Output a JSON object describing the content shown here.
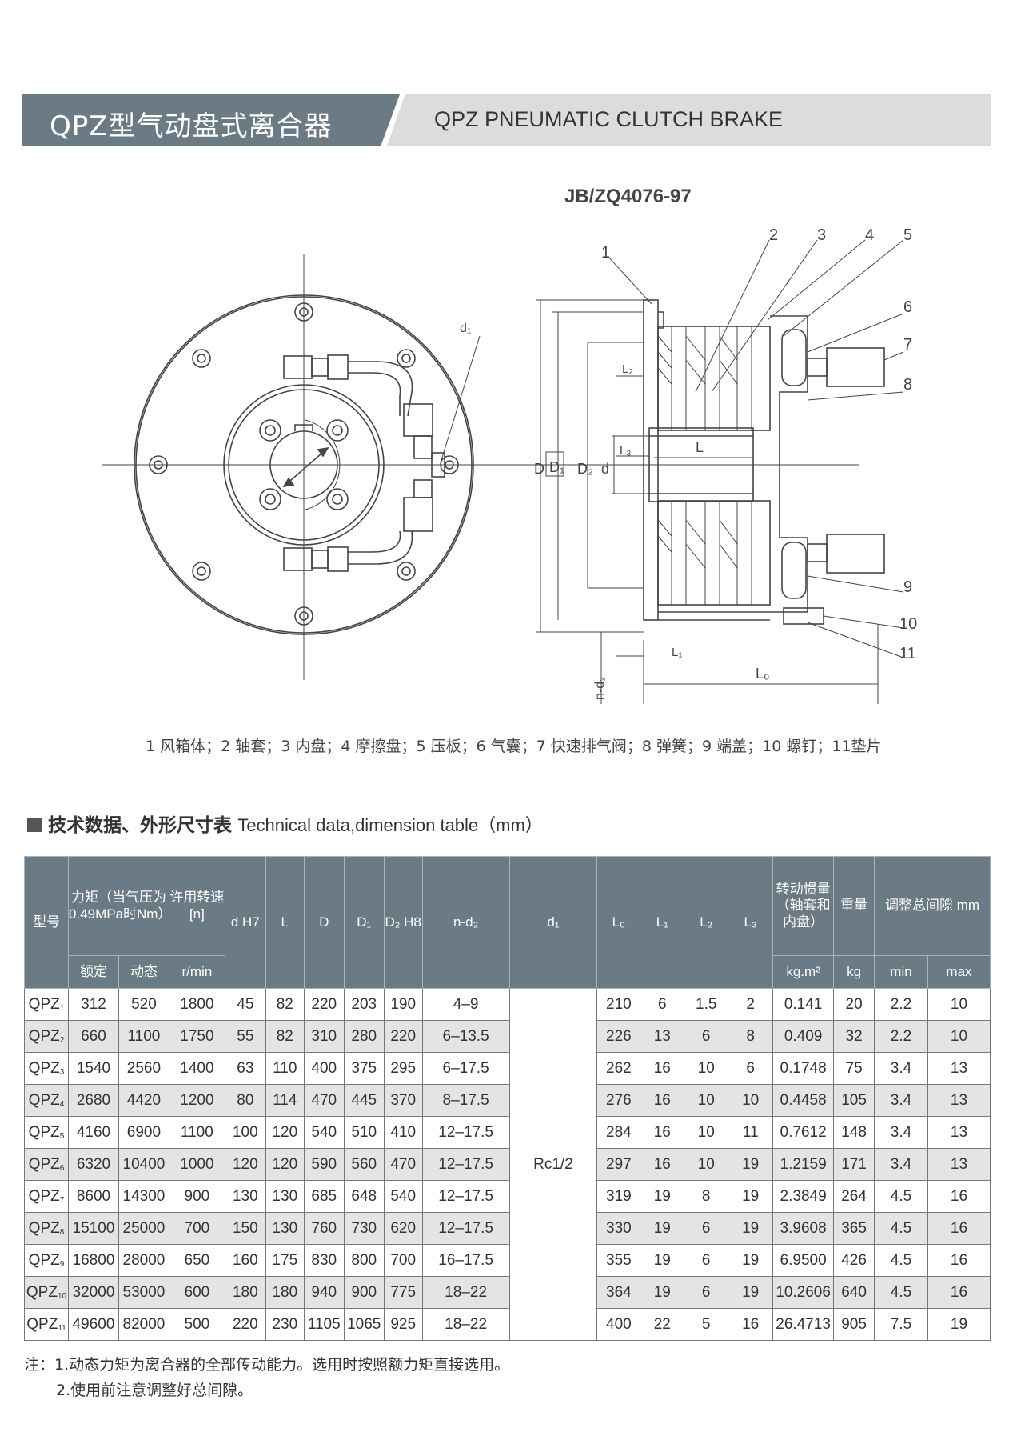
{
  "banner": {
    "title_cn": "QPZ型气动盘式离合器",
    "title_en": "QPZ PNEUMATIC CLUTCH BRAKE"
  },
  "drawing": {
    "standard": "JB/ZQ4076-97",
    "labels": {
      "d1": "d₁",
      "D": "D",
      "D1": "D₁",
      "D2": "D₂",
      "d": "d",
      "L": "L",
      "L0": "L₀",
      "L1": "L₁",
      "L2": "L₂",
      "L3": "L₃",
      "nd2": "n-d₂"
    },
    "callouts": [
      "1",
      "2",
      "3",
      "4",
      "5",
      "6",
      "7",
      "8",
      "9",
      "10",
      "11"
    ]
  },
  "legend": "1 风箱体；2 轴套；3 内盘；4 摩擦盘；5 压板；6 气囊；7 快速排气阀；8 弹簧；9 端盖；10 螺钉；11垫片",
  "section": {
    "title_cn": "技术数据、外形尺寸表",
    "title_en": "Technical data,dimension table（mm）"
  },
  "table": {
    "headers": {
      "model": "型号",
      "torque": "力矩（当气压为0.49MPa时Nm）",
      "speed": "许用转速[n]",
      "d": "d H7",
      "L": "L",
      "D": "D",
      "D1": "D₁",
      "D2": "D₂ H8",
      "nd2": "n-d₂",
      "d1": "d₁",
      "L0": "L₀",
      "L1": "L₁",
      "L2": "L₂",
      "L3": "L₃",
      "inertia": "转动惯量（轴套和内盘）",
      "weight": "重量",
      "gap": "调整总间隙 mm",
      "rated": "额定",
      "dynamic": "动态",
      "speed_unit": "r/min",
      "inertia_unit": "kg.m²",
      "weight_unit": "kg",
      "min": "min",
      "max": "max"
    },
    "d1_value": "Rc1/2",
    "rows": [
      {
        "model": "QPZ",
        "sub": "1",
        "rated": "312",
        "dynamic": "520",
        "speed": "1800",
        "d": "45",
        "L": "82",
        "D": "220",
        "D1": "203",
        "D2": "190",
        "nd2": "4–9",
        "L0": "210",
        "L1": "6",
        "L2": "1.5",
        "L3": "2",
        "inertia": "0.141",
        "weight": "20",
        "min": "2.2",
        "max": "10"
      },
      {
        "model": "QPZ",
        "sub": "2",
        "rated": "660",
        "dynamic": "1100",
        "speed": "1750",
        "d": "55",
        "L": "82",
        "D": "310",
        "D1": "280",
        "D2": "220",
        "nd2": "6–13.5",
        "L0": "226",
        "L1": "13",
        "L2": "6",
        "L3": "8",
        "inertia": "0.409",
        "weight": "32",
        "min": "2.2",
        "max": "10"
      },
      {
        "model": "QPZ",
        "sub": "3",
        "rated": "1540",
        "dynamic": "2560",
        "speed": "1400",
        "d": "63",
        "L": "110",
        "D": "400",
        "D1": "375",
        "D2": "295",
        "nd2": "6–17.5",
        "L0": "262",
        "L1": "16",
        "L2": "10",
        "L3": "6",
        "inertia": "0.1748",
        "weight": "75",
        "min": "3.4",
        "max": "13"
      },
      {
        "model": "QPZ",
        "sub": "4",
        "rated": "2680",
        "dynamic": "4420",
        "speed": "1200",
        "d": "80",
        "L": "114",
        "D": "470",
        "D1": "445",
        "D2": "370",
        "nd2": "8–17.5",
        "L0": "276",
        "L1": "16",
        "L2": "10",
        "L3": "10",
        "inertia": "0.4458",
        "weight": "105",
        "min": "3.4",
        "max": "13"
      },
      {
        "model": "QPZ",
        "sub": "5",
        "rated": "4160",
        "dynamic": "6900",
        "speed": "1100",
        "d": "100",
        "L": "120",
        "D": "540",
        "D1": "510",
        "D2": "410",
        "nd2": "12–17.5",
        "L0": "284",
        "L1": "16",
        "L2": "10",
        "L3": "11",
        "inertia": "0.7612",
        "weight": "148",
        "min": "3.4",
        "max": "13"
      },
      {
        "model": "QPZ",
        "sub": "6",
        "rated": "6320",
        "dynamic": "10400",
        "speed": "1000",
        "d": "120",
        "L": "120",
        "D": "590",
        "D1": "560",
        "D2": "470",
        "nd2": "12–17.5",
        "L0": "297",
        "L1": "16",
        "L2": "10",
        "L3": "19",
        "inertia": "1.2159",
        "weight": "171",
        "min": "3.4",
        "max": "13"
      },
      {
        "model": "QPZ",
        "sub": "7",
        "rated": "8600",
        "dynamic": "14300",
        "speed": "900",
        "d": "130",
        "L": "130",
        "D": "685",
        "D1": "648",
        "D2": "540",
        "nd2": "12–17.5",
        "L0": "319",
        "L1": "19",
        "L2": "8",
        "L3": "19",
        "inertia": "2.3849",
        "weight": "264",
        "min": "4.5",
        "max": "16"
      },
      {
        "model": "QPZ",
        "sub": "8",
        "rated": "15100",
        "dynamic": "25000",
        "speed": "700",
        "d": "150",
        "L": "130",
        "D": "760",
        "D1": "730",
        "D2": "620",
        "nd2": "12–17.5",
        "L0": "330",
        "L1": "19",
        "L2": "6",
        "L3": "19",
        "inertia": "3.9608",
        "weight": "365",
        "min": "4.5",
        "max": "16"
      },
      {
        "model": "QPZ",
        "sub": "9",
        "rated": "16800",
        "dynamic": "28000",
        "speed": "650",
        "d": "160",
        "L": "175",
        "D": "830",
        "D1": "800",
        "D2": "700",
        "nd2": "16–17.5",
        "L0": "355",
        "L1": "19",
        "L2": "6",
        "L3": "19",
        "inertia": "6.9500",
        "weight": "426",
        "min": "4.5",
        "max": "16"
      },
      {
        "model": "QPZ",
        "sub": "10",
        "rated": "32000",
        "dynamic": "53000",
        "speed": "600",
        "d": "180",
        "L": "180",
        "D": "940",
        "D1": "900",
        "D2": "775",
        "nd2": "18–22",
        "L0": "364",
        "L1": "19",
        "L2": "6",
        "L3": "19",
        "inertia": "10.2606",
        "weight": "640",
        "min": "4.5",
        "max": "16"
      },
      {
        "model": "QPZ",
        "sub": "11",
        "rated": "49600",
        "dynamic": "82000",
        "speed": "500",
        "d": "220",
        "L": "230",
        "D": "1105",
        "D1": "1065",
        "D2": "925",
        "nd2": "18–22",
        "L0": "400",
        "L1": "22",
        "L2": "5",
        "L3": "16",
        "inertia": "26.4713",
        "weight": "905",
        "min": "7.5",
        "max": "19"
      }
    ]
  },
  "notes": {
    "label": "注：",
    "items": [
      "1.动态力矩为离合器的全部传动能力。选用时按照额力矩直接选用。",
      "2.使用前注意调整好总间隙。"
    ]
  }
}
